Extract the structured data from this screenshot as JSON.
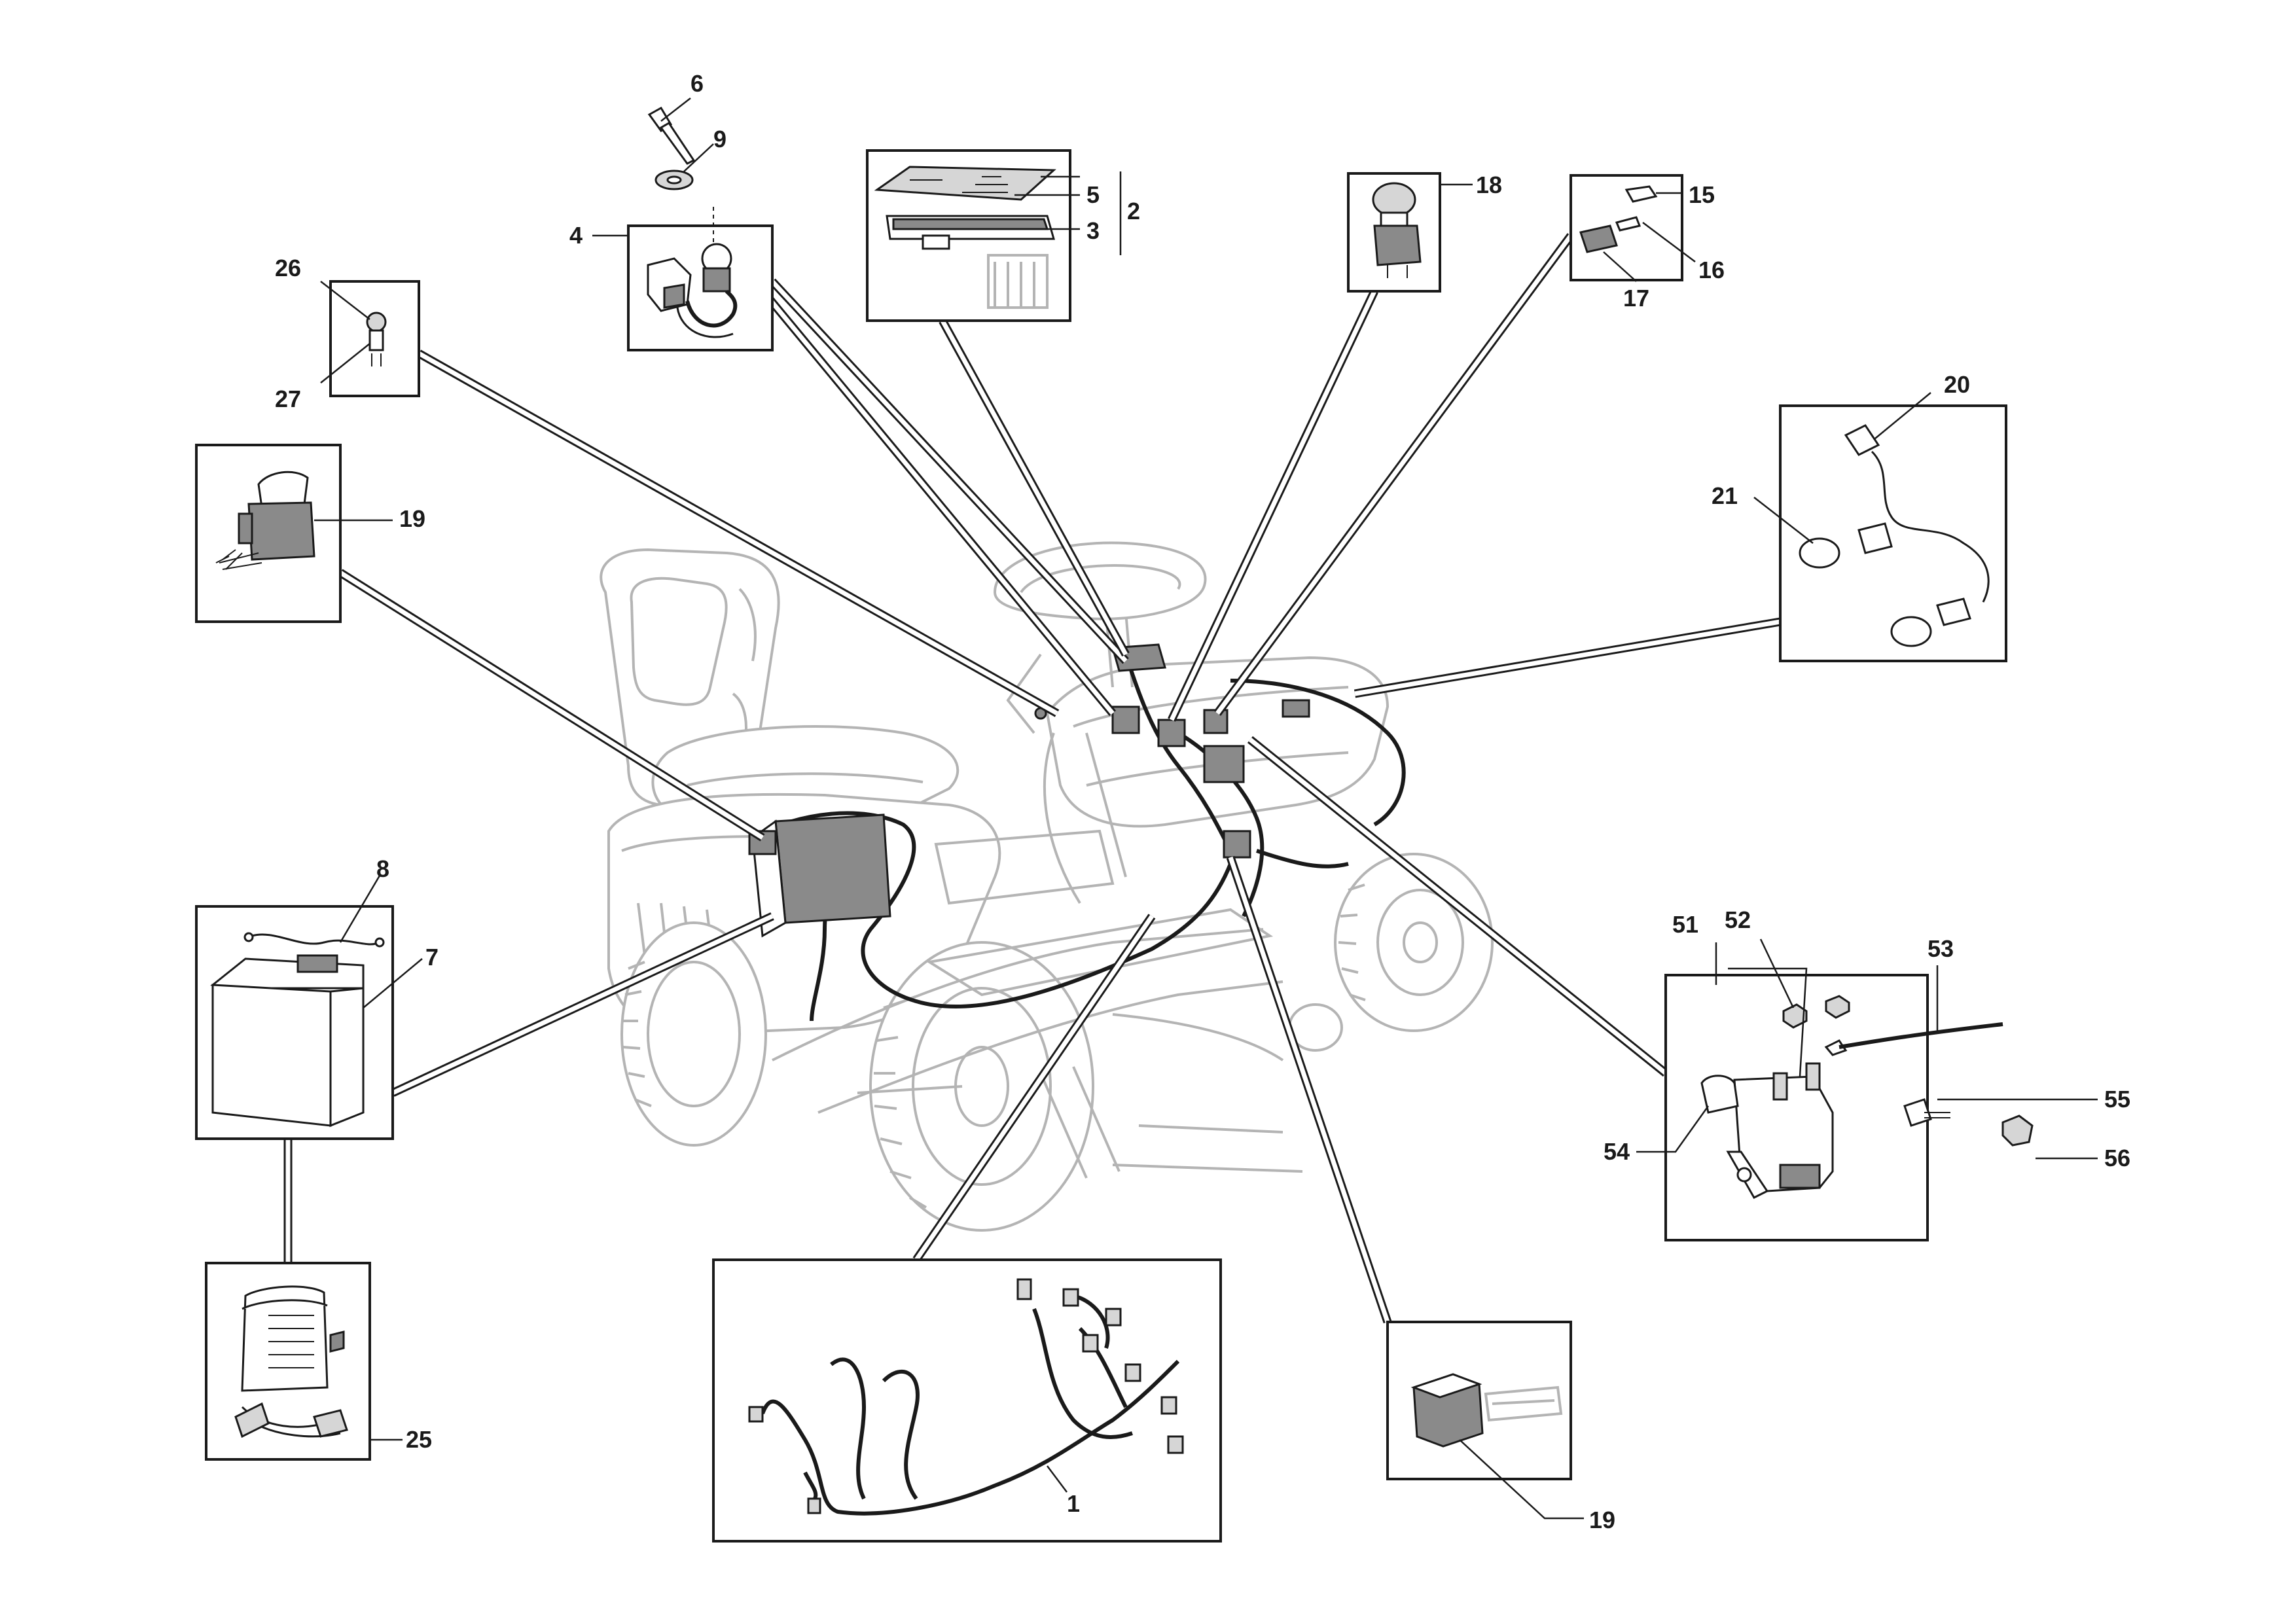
{
  "callouts": {
    "c1": "1",
    "c2": "2",
    "c3": "3",
    "c4": "4",
    "c5": "5",
    "c6": "6",
    "c7": "7",
    "c8": "8",
    "c9": "9",
    "c15": "15",
    "c16": "16",
    "c17": "17",
    "c18": "18",
    "c19a": "19",
    "c19b": "19",
    "c20": "20",
    "c21": "21",
    "c25": "25",
    "c26": "26",
    "c27": "27",
    "c51": "51",
    "c52": "52",
    "c53": "53",
    "c54": "54",
    "c55": "55",
    "c56": "56"
  },
  "colors": {
    "line": "#1a1a1a",
    "ghost": "#b4b4b4",
    "part_fill": "#8a8a8a",
    "background": "#ffffff"
  },
  "icons": {
    "tractor": "riding-mower-outline",
    "harness": "wiring-harness-icon",
    "battery": "battery-icon",
    "charger": "battery-charger-icon",
    "ignition": "ignition-switch-icon",
    "solenoid": "starter-solenoid-icon"
  }
}
